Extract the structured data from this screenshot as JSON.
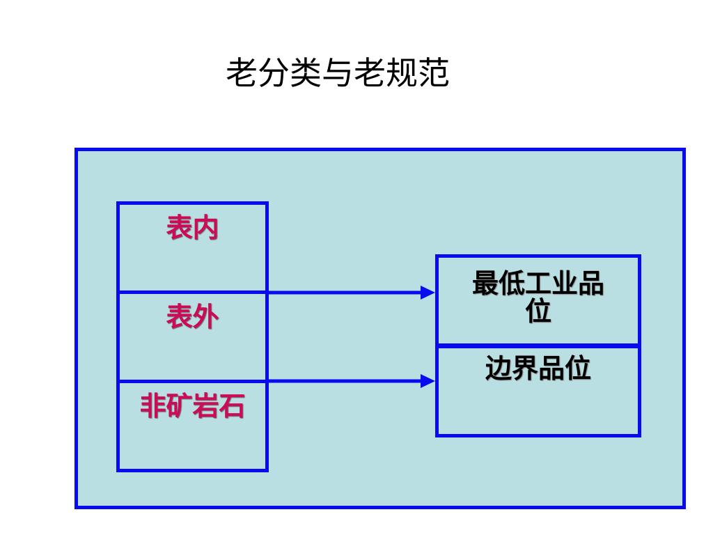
{
  "slide": {
    "title": "老分类与老规范"
  },
  "left_column": {
    "cells": [
      {
        "label": "表内"
      },
      {
        "label": "表外"
      },
      {
        "label": "非矿岩石"
      }
    ]
  },
  "right_column": {
    "cells": [
      {
        "label_line1": "最低工业品",
        "label_line2": "位"
      },
      {
        "label_line1": "边界品位"
      }
    ]
  },
  "colors": {
    "border": "#0a0af0",
    "panel_fill": "#b9dfe3",
    "left_text": "#cc0a55",
    "right_text": "#000000"
  }
}
